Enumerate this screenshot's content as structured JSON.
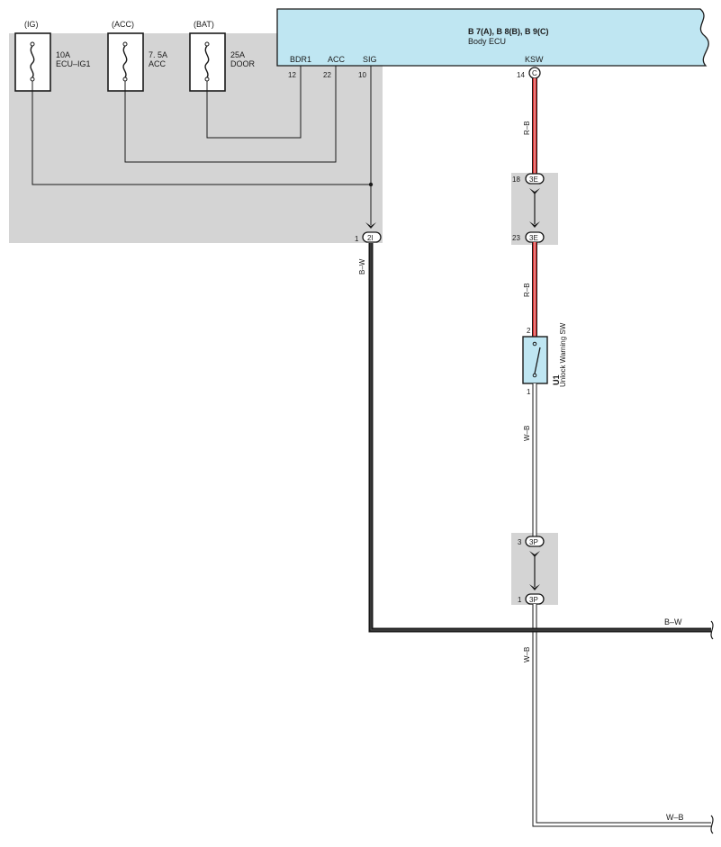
{
  "ecu": {
    "connectors": "B 7(A), B 8(B), B 9(C)",
    "name": "Body ECU",
    "pins": {
      "bdr1": {
        "name": "BDR1",
        "num": "12"
      },
      "acc": {
        "name": "ACC",
        "num": "22"
      },
      "sig": {
        "name": "SIG",
        "num": "10"
      },
      "ksw": {
        "name": "KSW",
        "num": "14",
        "conn": "C"
      }
    }
  },
  "fuses": [
    {
      "source": "(IG)",
      "rating": "10A",
      "name": "ECU–IG1"
    },
    {
      "source": "(ACC)",
      "rating": "7. 5A",
      "name": "ACC"
    },
    {
      "source": "(BAT)",
      "rating": "25A",
      "name": "DOOR"
    }
  ],
  "junctions": {
    "j2i": {
      "pin": "1",
      "id": "2I"
    },
    "j3e_top": {
      "pin": "18",
      "id": "3E"
    },
    "j3e_bot": {
      "pin": "23",
      "id": "3E"
    },
    "j3p_top": {
      "pin": "3",
      "id": "3P"
    },
    "j3p_bot": {
      "pin": "1",
      "id": "3P"
    }
  },
  "switch": {
    "code": "U1",
    "name": "Unlock Warning SW",
    "pin_top": "2",
    "pin_bottom": "1"
  },
  "wires": {
    "rb_upper": "R–B",
    "rb_lower": "R–B",
    "bw_vertical": "B–W",
    "bw_out": "B–W",
    "wb_mid": "W–B",
    "wb_lower": "W–B",
    "wb_out": "W–B"
  },
  "colors": {
    "ecu_fill": "#bfe6f2",
    "shade": "#d4d4d4",
    "red_wire": "#d62a2a",
    "black_wire": "#1a1a1a",
    "switch_fill": "#bfe6f2"
  }
}
